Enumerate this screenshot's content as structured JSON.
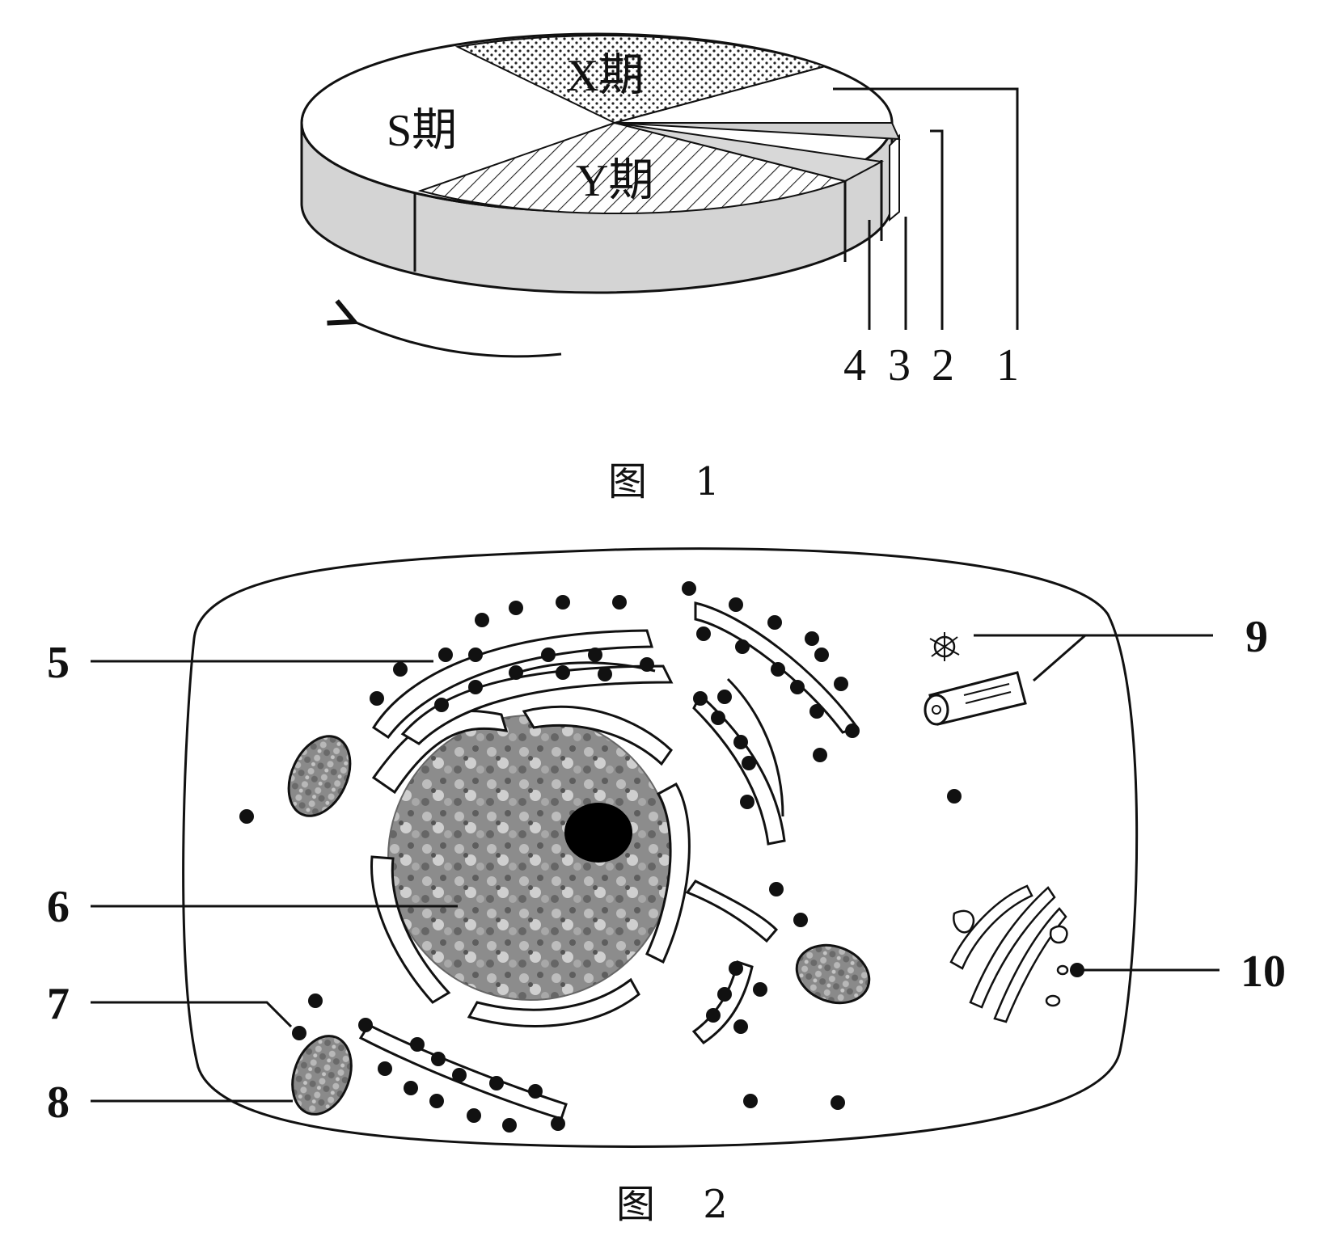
{
  "figure1": {
    "caption": "图 1",
    "sectors": {
      "X": "X期",
      "S": "S期",
      "Y": "Y期"
    },
    "markers": [
      "4",
      "3",
      "2",
      "1"
    ]
  },
  "figure2": {
    "caption": "图 2",
    "markers": [
      "5",
      "6",
      "7",
      "8",
      "9",
      "10"
    ]
  },
  "colors": {
    "side_fill": "#d4d4d4",
    "line": "#111111",
    "nucleolus": "#000000"
  }
}
